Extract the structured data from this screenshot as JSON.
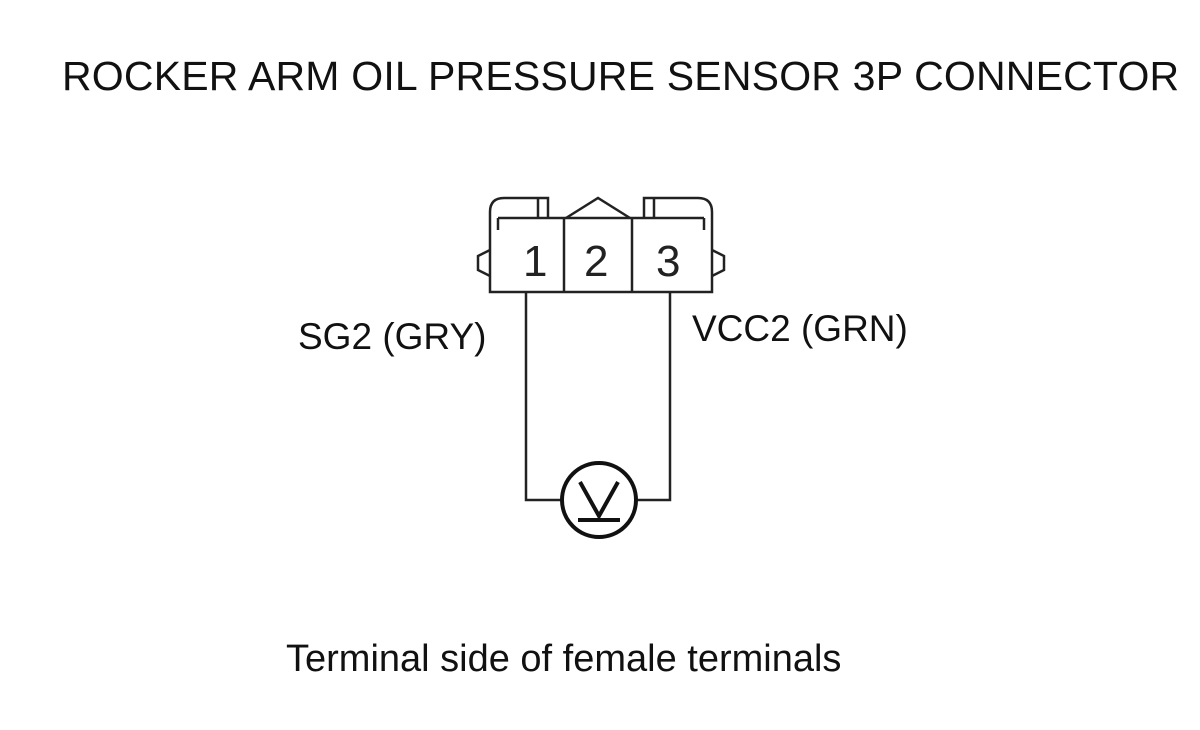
{
  "title": "ROCKER ARM OIL PRESSURE SENSOR 3P CONNECTOR",
  "connector": {
    "pins": [
      "1",
      "2",
      "3"
    ]
  },
  "wires": {
    "left_label": "SG2 (GRY)",
    "right_label": "VCC2 (GRN)"
  },
  "meter": {
    "icon": "voltmeter-icon",
    "symbol": "V"
  },
  "caption": "Terminal side of female terminals",
  "colors": {
    "line": "#222222",
    "background": "#ffffff"
  }
}
